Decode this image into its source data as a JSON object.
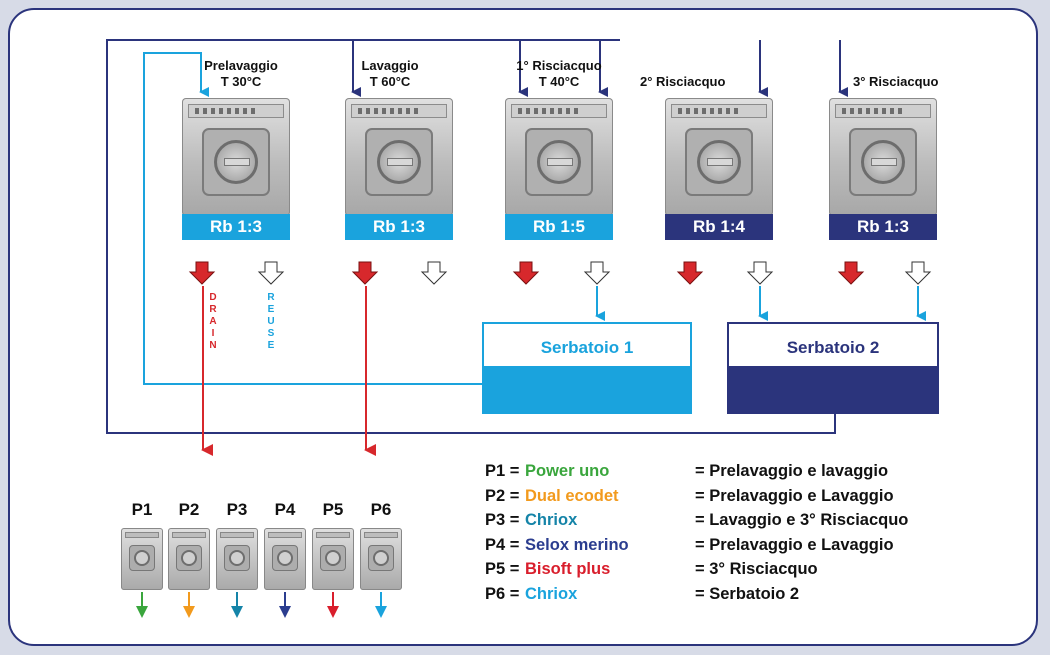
{
  "colors": {
    "navy": "#2b347c",
    "cyan": "#1aa3dd",
    "red": "#d7282c",
    "green": "#3aa63d",
    "orange": "#f29a1d",
    "teal": "#1584a8",
    "purple": "#2b3d8f",
    "crimson": "#d91e2c",
    "lightblue": "#1aa3dd"
  },
  "machines": [
    {
      "title_line1": "Prelavaggio",
      "title_line2": "T 30°C",
      "ratio": "Rb 1:3",
      "ratio_color": "#1aa3dd"
    },
    {
      "title_line1": "Lavaggio",
      "title_line2": "T 60°C",
      "ratio": "Rb 1:3",
      "ratio_color": "#1aa3dd"
    },
    {
      "title_line1": "1° Risciacquo",
      "title_line2": "T 40°C",
      "ratio": "Rb 1:5",
      "ratio_color": "#1aa3dd"
    },
    {
      "title_line1": "2° Risciacquo",
      "title_line2": "",
      "ratio": "Rb 1:4",
      "ratio_color": "#2b347c"
    },
    {
      "title_line1": "3° Risciacquo",
      "title_line2": "",
      "ratio": "Rb 1:3",
      "ratio_color": "#2b347c"
    }
  ],
  "tanks": [
    {
      "name": "Serbatoio 1",
      "text_color": "#1aa3dd",
      "fill_color": "#1aa3dd"
    },
    {
      "name": "Serbatoio 2",
      "text_color": "#2b347c",
      "fill_color": "#2b347c"
    }
  ],
  "flow_labels": {
    "drain": [
      "D",
      "R",
      "A",
      "I",
      "N"
    ],
    "reuse": [
      "R",
      "E",
      "U",
      "S",
      "E"
    ]
  },
  "pumps": [
    {
      "label": "P1",
      "arrow_color": "#3aa63d"
    },
    {
      "label": "P2",
      "arrow_color": "#f29a1d"
    },
    {
      "label": "P3",
      "arrow_color": "#1584a8"
    },
    {
      "label": "P4",
      "arrow_color": "#2b3d8f"
    },
    {
      "label": "P5",
      "arrow_color": "#d91e2c"
    },
    {
      "label": "P6",
      "arrow_color": "#1aa3dd"
    }
  ],
  "legend": [
    {
      "pump": "P1 =",
      "product": "Power uno",
      "product_color": "#3aa63d",
      "use": "= Prelavaggio e lavaggio"
    },
    {
      "pump": "P2 =",
      "product": "Dual ecodet",
      "product_color": "#f29a1d",
      "use": "= Prelavaggio e Lavaggio"
    },
    {
      "pump": "P3 =",
      "product": "Chriox",
      "product_color": "#1584a8",
      "use": "= Lavaggio e 3° Risciacquo"
    },
    {
      "pump": "P4 =",
      "product": "Selox merino",
      "product_color": "#2b3d8f",
      "use": "= Prelavaggio e Lavaggio"
    },
    {
      "pump": "P5 =",
      "product": "Bisoft plus",
      "product_color": "#d91e2c",
      "use": "= 3° Risciacquo"
    },
    {
      "pump": "P6 =",
      "product": "Chriox",
      "product_color": "#1aa3dd",
      "use": "= Serbatoio 2"
    }
  ]
}
